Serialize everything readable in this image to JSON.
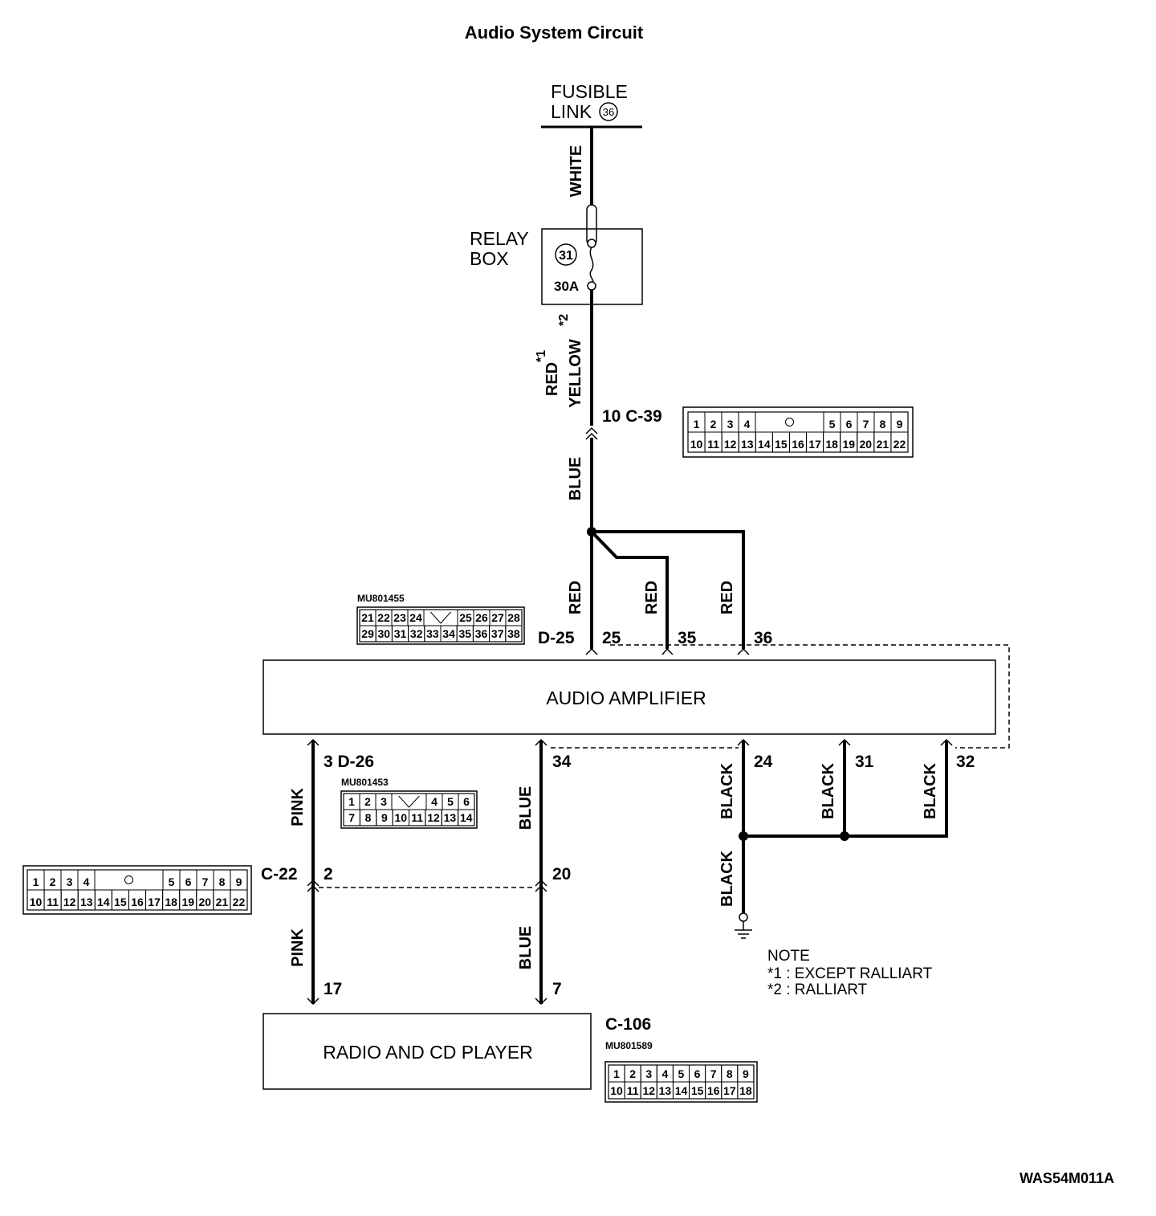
{
  "title": "Audio System Circuit",
  "fusible_link": {
    "line1": "FUSIBLE",
    "line2": "LINK",
    "number": "36"
  },
  "relay_box": {
    "line1": "RELAY",
    "line2": "BOX",
    "number": "31",
    "fuse": "30A"
  },
  "wires": {
    "white": "WHITE",
    "red_1": "RED",
    "yellow_2": "YELLOW",
    "star1": "*1",
    "star2": "*2",
    "blue_main": "BLUE",
    "red_a": "RED",
    "red_b": "RED",
    "red_c": "RED",
    "pink_top": "PINK",
    "pink_bottom": "PINK",
    "blue_top": "BLUE",
    "blue_bottom": "BLUE",
    "black_24": "BLACK",
    "black_31": "BLACK",
    "black_32": "BLACK",
    "black_gnd": "BLACK"
  },
  "pins": {
    "c39": "10 C-39",
    "d25": "D-25",
    "p25": "25",
    "p35": "35",
    "p36": "36",
    "d26": "3 D-26",
    "p34": "34",
    "p24": "24",
    "p31": "31",
    "p32": "32",
    "c22": "C-22",
    "p2": "2",
    "p20": "20",
    "p17": "17",
    "p7": "7",
    "c106": "C-106"
  },
  "components": {
    "amplifier": "AUDIO AMPLIFIER",
    "radio": "RADIO AND CD PLAYER"
  },
  "part_numbers": {
    "d25": "MU801455",
    "d26": "MU801453",
    "c106": "MU801589"
  },
  "note": {
    "heading": "NOTE",
    "line1": "*1 : EXCEPT RALLIART",
    "line2": "*2 : RALLIART"
  },
  "figure_code": "WAS54M011A",
  "connectors": {
    "c39": {
      "top": [
        "1",
        "2",
        "3",
        "4",
        "",
        "5",
        "6",
        "7",
        "8",
        "9"
      ],
      "bottom": [
        "10",
        "11",
        "12",
        "13",
        "14",
        "15",
        "16",
        "17",
        "18",
        "19",
        "20",
        "21",
        "22"
      ]
    },
    "c22": {
      "top": [
        "1",
        "2",
        "3",
        "4",
        "",
        "5",
        "6",
        "7",
        "8",
        "9"
      ],
      "bottom": [
        "10",
        "11",
        "12",
        "13",
        "14",
        "15",
        "16",
        "17",
        "18",
        "19",
        "20",
        "21",
        "22"
      ]
    },
    "d25": {
      "top": [
        "21",
        "22",
        "23",
        "24",
        "",
        "25",
        "26",
        "27",
        "28"
      ],
      "bottom": [
        "29",
        "30",
        "31",
        "32",
        "33",
        "34",
        "35",
        "36",
        "37",
        "38"
      ]
    },
    "d26": {
      "top": [
        "1",
        "2",
        "3",
        "",
        "4",
        "5",
        "6"
      ],
      "bottom": [
        "7",
        "8",
        "9",
        "10",
        "11",
        "12",
        "13",
        "14"
      ]
    },
    "c106": {
      "top": [
        "1",
        "2",
        "3",
        "4",
        "5",
        "6",
        "7",
        "8",
        "9"
      ],
      "bottom": [
        "10",
        "11",
        "12",
        "13",
        "14",
        "15",
        "16",
        "17",
        "18"
      ]
    }
  }
}
